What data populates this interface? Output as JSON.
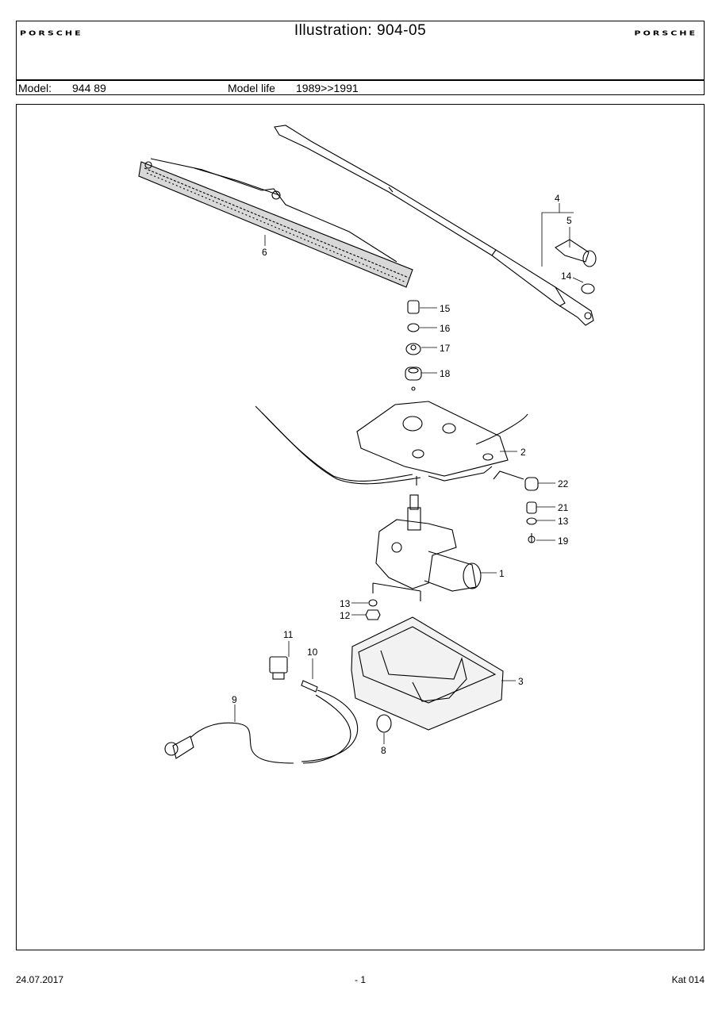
{
  "header": {
    "brand_left": "PORSCHE",
    "brand_right": "PORSCHE",
    "title": "Illustration: 904-05",
    "model_label": "Model:",
    "model_value": "944 89",
    "model_life_label": "Model life",
    "model_life_value": "1989>>1991"
  },
  "callouts": {
    "c1": "1",
    "c2": "2",
    "c3": "3",
    "c4": "4",
    "c5": "5",
    "c6": "6",
    "c8": "8",
    "c9": "9",
    "c10": "10",
    "c11": "11",
    "c12": "12",
    "c13a": "13",
    "c13b": "13",
    "c14": "14",
    "c15": "15",
    "c16": "16",
    "c17": "17",
    "c18": "18",
    "c19": "19",
    "c21": "21",
    "c22": "22"
  },
  "footer": {
    "date": "24.07.2017",
    "page": "- 1",
    "catalog": "Kat 014"
  }
}
